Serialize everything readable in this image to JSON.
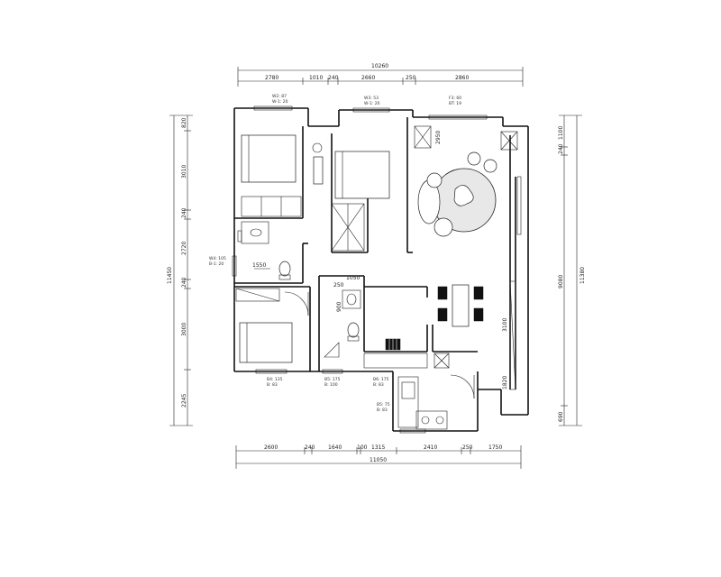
{
  "dimensions": {
    "top_total": "10260",
    "top_segments": [
      "2780",
      "1010",
      "240",
      "2660",
      "250",
      "2860"
    ],
    "bottom_segments": [
      "2600",
      "240",
      "1640",
      "100",
      "1315",
      "2410",
      "250",
      "1750"
    ],
    "bottom_total": "11050",
    "left_total": "11450",
    "left_segments": [
      "820",
      "3010",
      "240",
      "2720",
      "240",
      "3000",
      "2245"
    ],
    "right_total": "11380",
    "right_outer_segments": [
      "1100",
      "240",
      "9080",
      "690"
    ],
    "inner": {
      "d1550": "1550",
      "d1050": "1050",
      "d2950": "2950",
      "d900": "900",
      "d3100": "3100",
      "d1820": "1820",
      "d250": "250"
    }
  },
  "window_labels": [
    {
      "line1": "W2: 87",
      "line2": "W-1: 20"
    },
    {
      "line1": "W3: 53",
      "line2": "W-1: 20"
    },
    {
      "line1": "F3: 60",
      "line2": "BT: 19"
    },
    {
      "line1": "W4: 105",
      "line2": "B-1: 20"
    },
    {
      "line1": "B4: 135",
      "line2": "B: 83"
    },
    {
      "line1": "B5: 175",
      "line2": "B: 100"
    },
    {
      "line1": "B6: 175",
      "line2": "B: 83"
    },
    {
      "line1": "B5: 75",
      "line2": "B: 83"
    }
  ]
}
